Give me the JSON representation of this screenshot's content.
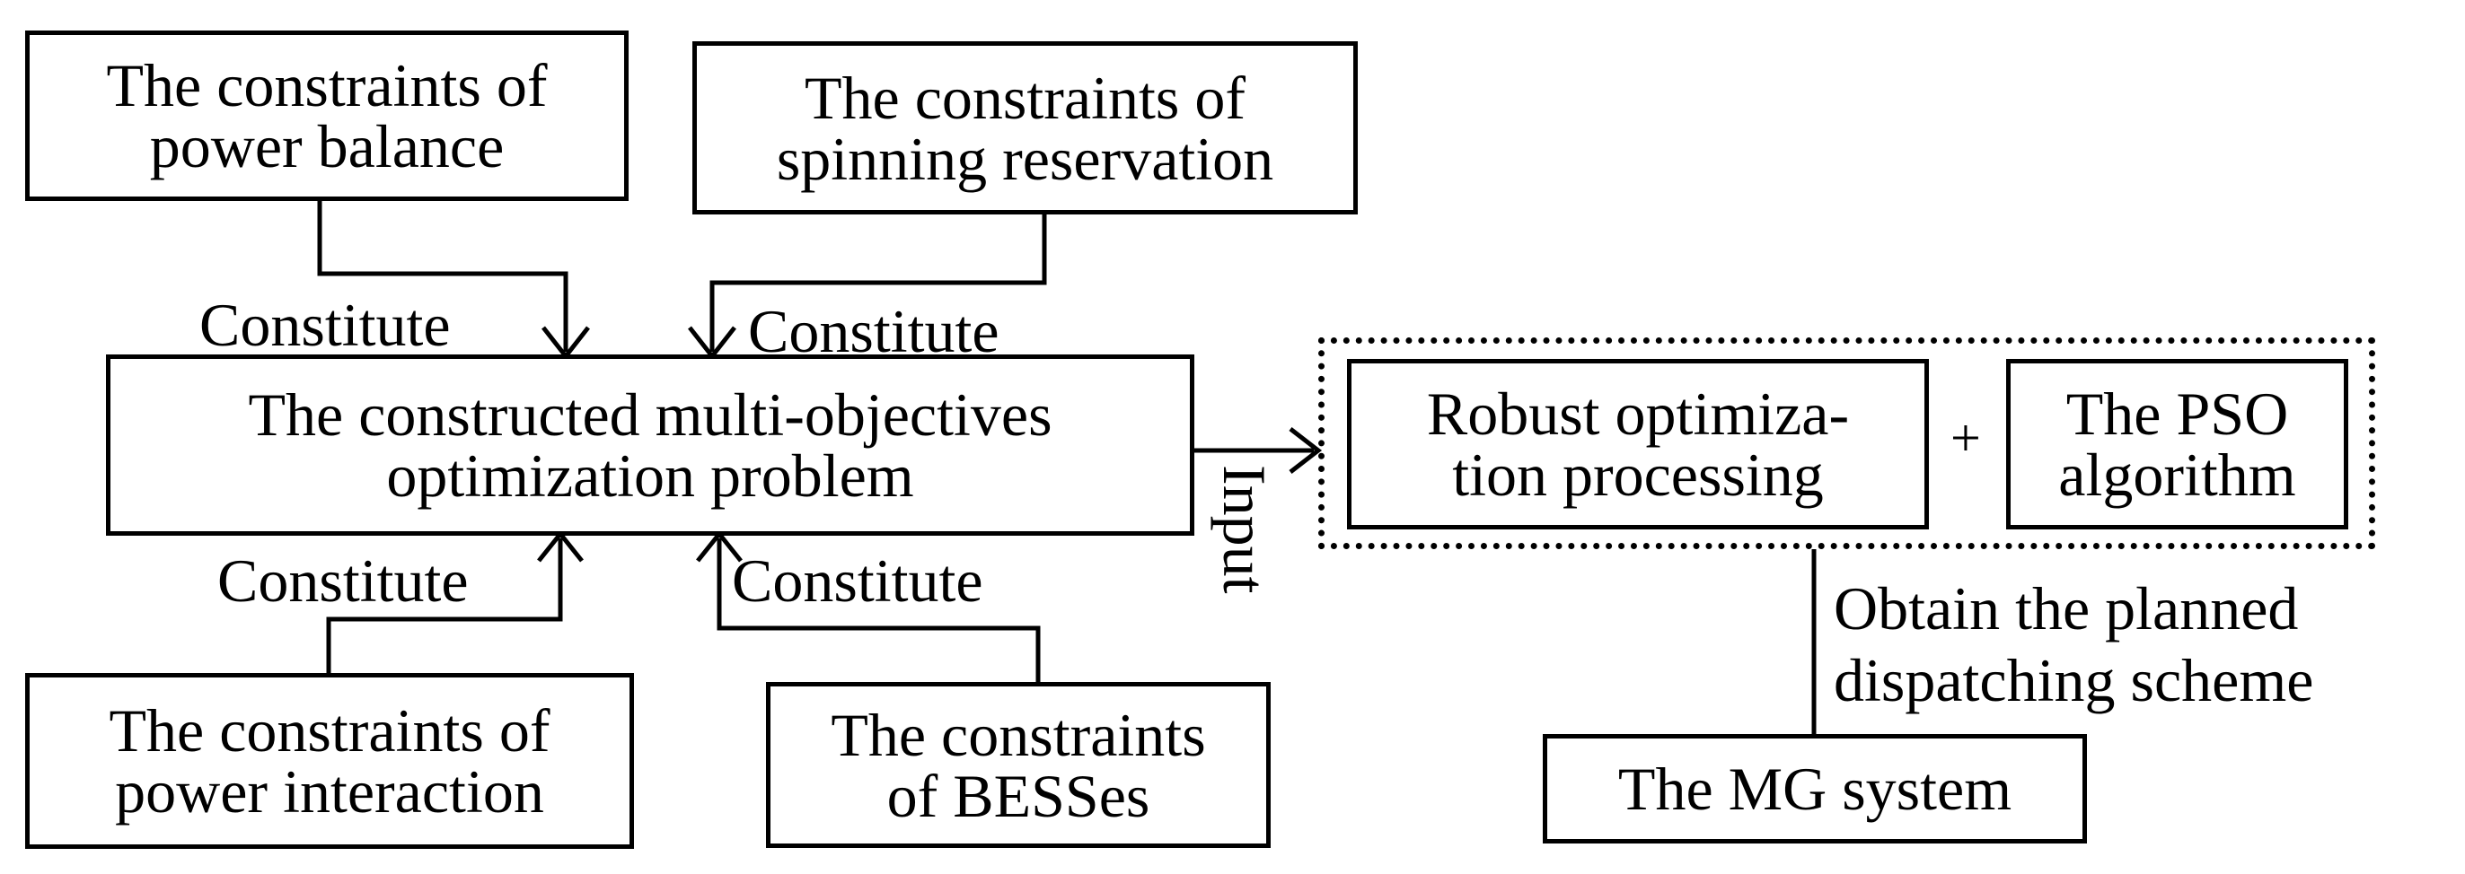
{
  "boxes": {
    "power_balance": {
      "line1": "The constraints of",
      "line2": "power balance"
    },
    "spinning_reservation": {
      "line1": "The constraints of",
      "line2": "spinning reservation"
    },
    "problem": {
      "line1": "The constructed multi-objectives",
      "line2": "optimization problem"
    },
    "power_interaction": {
      "line1": "The constraints of",
      "line2": "power interaction"
    },
    "besses": {
      "line1": "The constraints",
      "line2": "of BESSes"
    },
    "robust": {
      "line1": "Robust optimiza-",
      "line2": "tion processing"
    },
    "pso": {
      "line1": "The PSO",
      "line2": "algorithm"
    },
    "mg_system": {
      "line1": "The MG system"
    }
  },
  "labels": {
    "constitute_top_left": "Constitute",
    "constitute_top_right": "Constitute",
    "constitute_bottom_left": "Constitute",
    "constitute_bottom_right": "Constitute",
    "input": "Input",
    "plus": "+",
    "obtain_line1": "Obtain the planned",
    "obtain_line2": "dispatching scheme"
  }
}
